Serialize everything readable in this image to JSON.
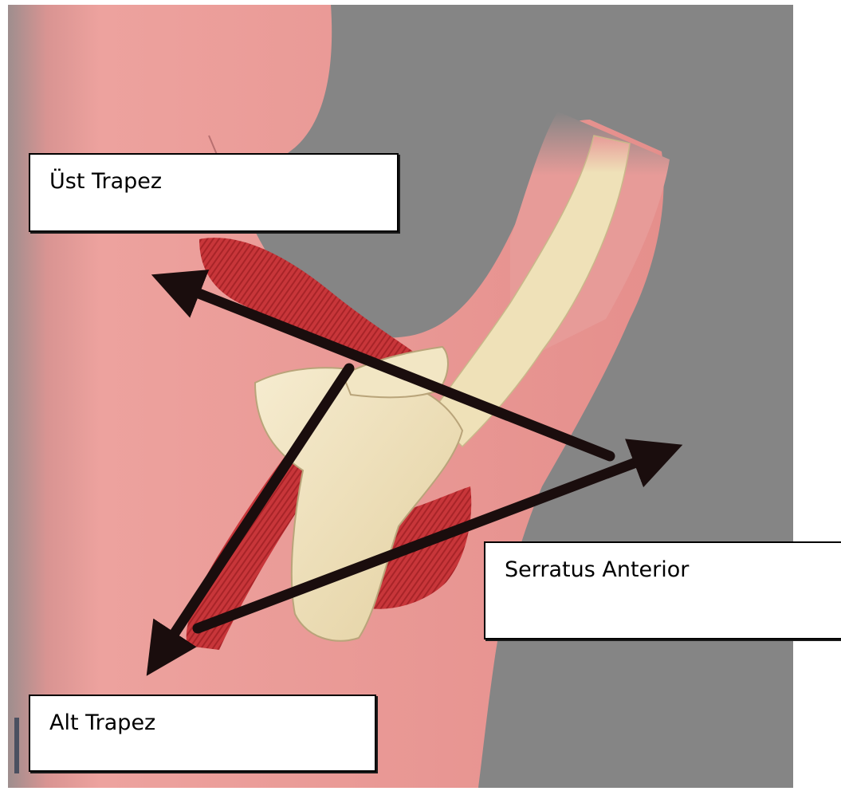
{
  "labels": {
    "upper_trapezius": "Üst Trapez",
    "serratus_anterior": "Serratus Anterior",
    "lower_trapezius": "Alt Trapez"
  },
  "colors": {
    "background_gray": "#858585",
    "skin": "#e79b98",
    "bone": "#efe1b8",
    "muscle": "#c8363a",
    "arrow": "#1a0d0d"
  }
}
